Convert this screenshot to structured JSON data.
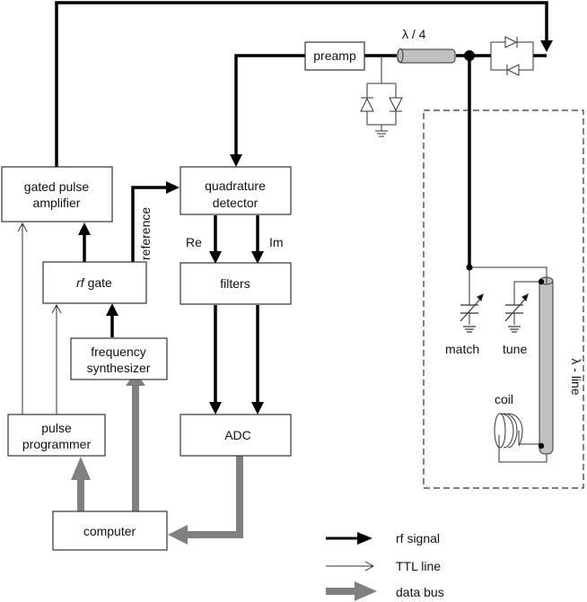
{
  "blocks": {
    "gated_pulse_amplifier": [
      "gated pulse",
      "amplifier"
    ],
    "rf_gate_italic": "rf",
    "rf_gate_rest": " gate",
    "frequency_synthesizer": [
      "frequency",
      "synthesizer"
    ],
    "pulse_programmer": [
      "pulse",
      "programmer"
    ],
    "computer": "computer",
    "quadrature_detector": [
      "quadrature",
      "detector"
    ],
    "filters": "filters",
    "adc": "ADC",
    "preamp": "preamp"
  },
  "labels": {
    "reference": "reference",
    "re": "Re",
    "im": "Im",
    "lambda_quarter": "λ / 4",
    "match": "match",
    "tune": "tune",
    "coil": "coil",
    "lambda_line": "λ - line"
  },
  "legend": [
    {
      "type": "rf",
      "label": "rf signal"
    },
    {
      "type": "ttl",
      "label": "TTL line"
    },
    {
      "type": "bus",
      "label": "data bus"
    }
  ],
  "colors": {
    "signal": "#000000",
    "bus": "#808080",
    "cable": "#c0c0c0"
  }
}
